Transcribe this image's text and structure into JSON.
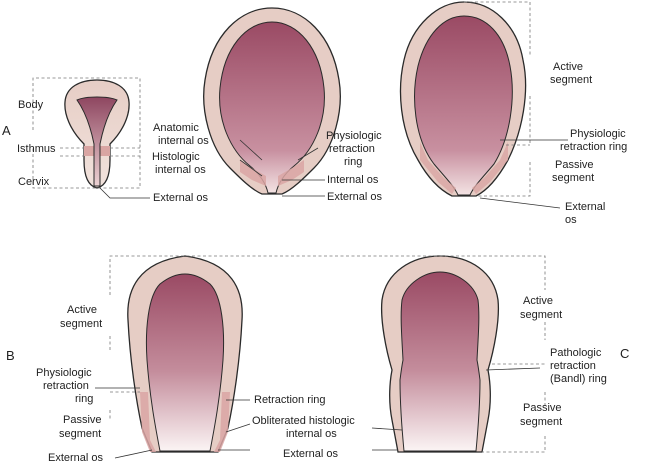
{
  "panels": {
    "a": "A",
    "b": "B",
    "c": "C"
  },
  "labels": {
    "body": "Body",
    "isthmus": "Isthmus",
    "cervix": "Cervix",
    "anatomic_1": "Anatomic",
    "anatomic_2": "internal os",
    "histologic_1": "Histologic",
    "histologic_2": "internal os",
    "external_os_a": "External os",
    "physiologic_mid_1": "Physiologic",
    "physiologic_mid_2": "retraction",
    "physiologic_mid_3": "ring",
    "internal_os": "Internal os",
    "external_os_mid": "External os",
    "active_tr_1": "Active",
    "active_tr_2": "segment",
    "physiologic_tr_1": "Physiologic",
    "physiologic_tr_2": "retraction ring",
    "passive_tr_1": "Passive",
    "passive_tr_2": "segment",
    "external_tr_1": "External",
    "external_tr_2": "os",
    "active_b_1": "Active",
    "active_b_2": "segment",
    "physiologic_b_1": "Physiologic",
    "physiologic_b_2": "retraction",
    "physiologic_b_3": "ring",
    "passive_b_1": "Passive",
    "passive_b_2": "segment",
    "external_os_b": "External os",
    "retraction_ring": "Retraction ring",
    "obliterated_1": "Obliterated histologic",
    "obliterated_2": "internal os",
    "external_os_bc": "External os",
    "active_c_1": "Active",
    "active_c_2": "segment",
    "pathologic_1": "Pathologic",
    "pathologic_2": "retraction",
    "pathologic_3": "(Bandl) ring",
    "passive_c_1": "Passive",
    "passive_c_2": "segment"
  },
  "colors": {
    "wall": "#e6cdc5",
    "ring_band": "#d9a5a3",
    "cavity_top": "#9a4a64",
    "cavity_bottom": "#f8eeee",
    "outline": "#2a2a2a"
  }
}
